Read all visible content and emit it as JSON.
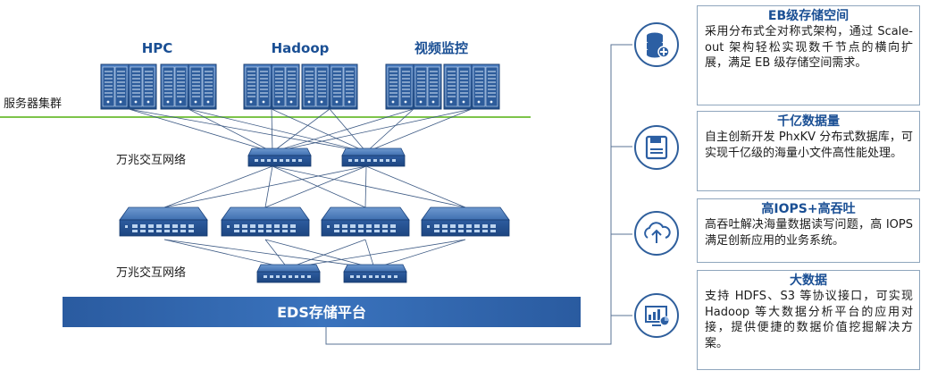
{
  "labels": {
    "cluster": "服务器集群",
    "network1": "万兆交互网络",
    "network2": "万兆交互网络",
    "platform": "EDS存储平台"
  },
  "groups": [
    "HPC",
    "Hadoop",
    "视频监控"
  ],
  "features": [
    {
      "title": "EB级存储空间",
      "text": "采用分布式全对称式架构，通过 Scale-out 架构轻松实现数千节点的横向扩展，满足 EB 级存储空间需求。",
      "icon": "database-icon"
    },
    {
      "title": "千亿数据量",
      "text": "自主创新开发 PhxKV 分布式数据库，可实现千亿级的海量小文件高性能处理。",
      "icon": "floppy-disk-icon"
    },
    {
      "title": "高IOPS+高吞吐",
      "text": "高吞吐解决海量数据读写问题，高 IOPS 满足创新应用的业务系统。",
      "icon": "cloud-upload-icon"
    },
    {
      "title": "大数据",
      "text": "支持 HDFS、S3 等协议接口，可实现 Hadoop 等大数据分析平台的应用对接，提供便捷的数据价值挖掘解决方案。",
      "icon": "analytics-monitor-icon"
    }
  ],
  "colors": {
    "accent": "#2c5fa3",
    "green": "#7dc44a",
    "platform": "#2e63a8",
    "line": "#3d5a84"
  }
}
